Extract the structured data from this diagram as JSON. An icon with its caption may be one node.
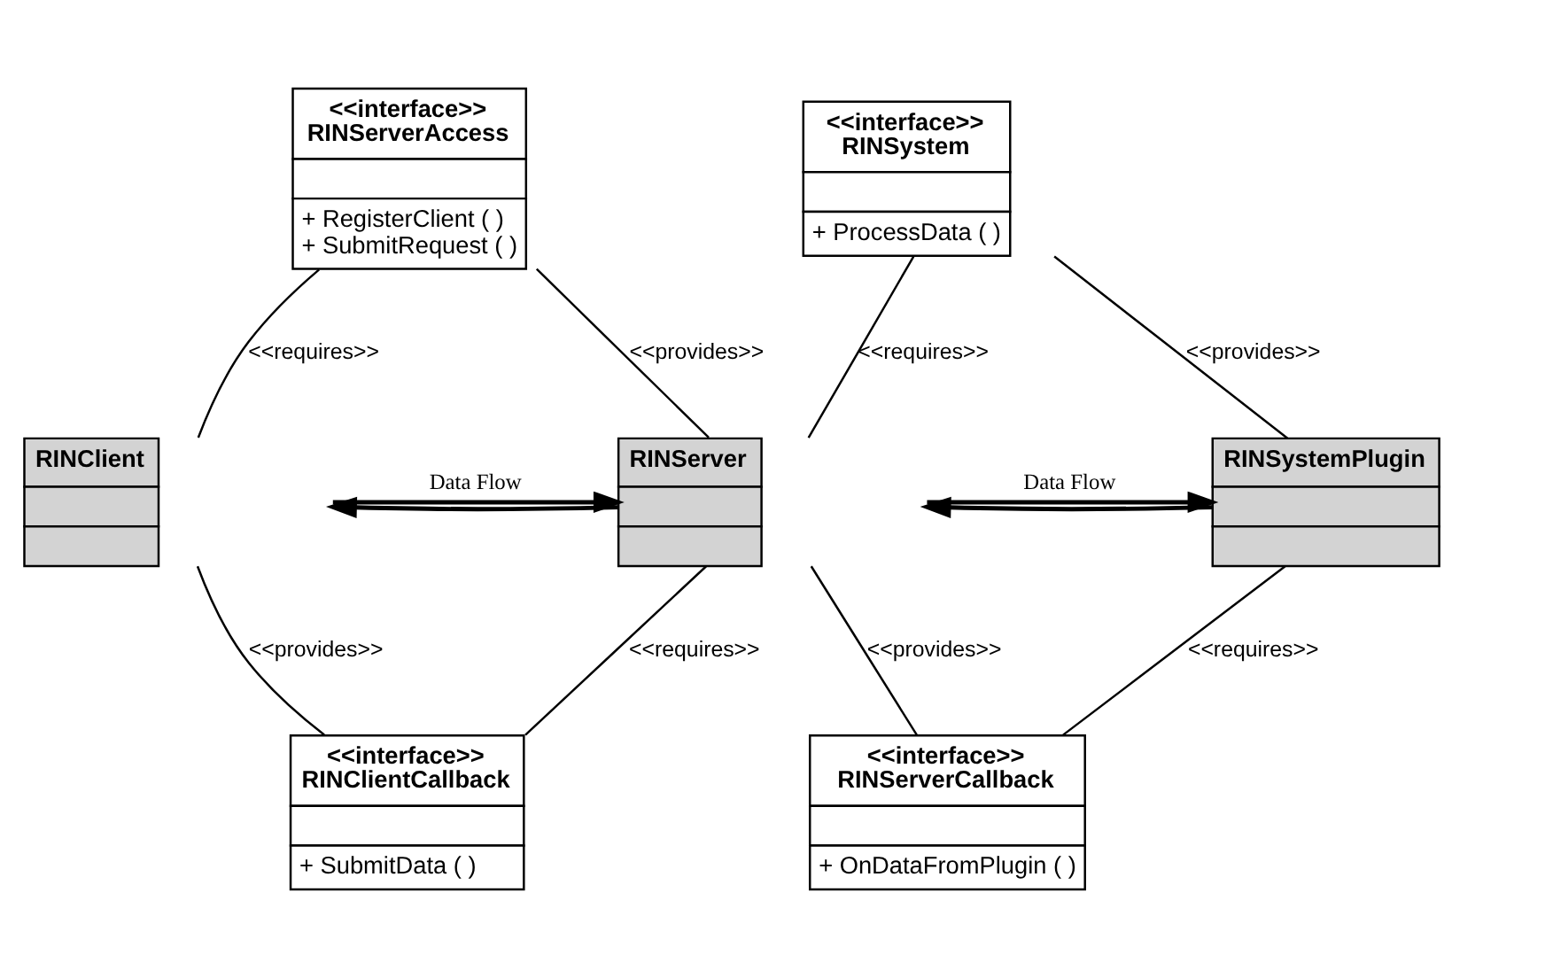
{
  "diagram": {
    "nodes": [
      {
        "text": [
          "<<interface>>",
          "RINServerAccess",
          "+ RegisterClient ( )",
          "+ SubmitRequest ( )"
        ]
      },
      {
        "text": [
          "<<interface>>",
          "RINSystem",
          "+ ProcessData ( )"
        ]
      },
      {
        "text": [
          "RINClient"
        ]
      },
      {
        "text": [
          "RINServer"
        ]
      },
      {
        "text": [
          "RINSystemPlugin"
        ]
      },
      {
        "text": [
          "<<interface>>",
          "RINClientCallback",
          "+ SubmitData ( )"
        ]
      },
      {
        "text": [
          "<<interface>>",
          "RINServerCallback",
          "+ OnDataFromPlugin ( )"
        ]
      }
    ],
    "edges": [
      {
        "from": 2,
        "to": 0,
        "arrow": "none",
        "label": "<<requires>>"
      },
      {
        "from": 3,
        "to": 0,
        "arrow": "none",
        "label": "<<provides>>"
      },
      {
        "from": 3,
        "to": 1,
        "arrow": "none",
        "label": "<<requires>>"
      },
      {
        "from": 4,
        "to": 1,
        "arrow": "none",
        "label": "<<provides>>"
      },
      {
        "from": 2,
        "to": 3,
        "arrow": "to",
        "label": "Data Flow"
      },
      {
        "from": 3,
        "to": 2,
        "arrow": "to"
      },
      {
        "from": 3,
        "to": 4,
        "arrow": "to",
        "label": "Data Flow"
      },
      {
        "from": 4,
        "to": 3,
        "arrow": "to"
      },
      {
        "from": 2,
        "to": 5,
        "arrow": "none",
        "label": "<<provides>>"
      },
      {
        "from": 3,
        "to": 5,
        "arrow": "none",
        "label": "<<requires>>"
      },
      {
        "from": 3,
        "to": 6,
        "arrow": "none",
        "label": "<<provides>>"
      },
      {
        "from": 4,
        "to": 6,
        "arrow": "none",
        "label": "<<requires>>"
      }
    ]
  }
}
